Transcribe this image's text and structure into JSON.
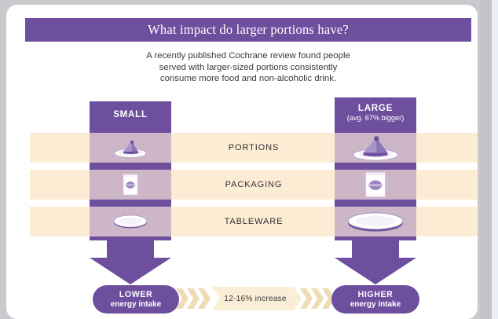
{
  "header": {
    "title": "What impact do larger portions have?"
  },
  "subtitle": {
    "line1": "A recently published Cochrane review found people",
    "line2": "served with larger-sized portions consistently",
    "line3": "consume more food and non-alcoholic drink."
  },
  "columns": {
    "small": {
      "label": "SMALL",
      "sub": ""
    },
    "large": {
      "label": "LARGE",
      "sub": "(avg. 67% bigger)"
    }
  },
  "rows": [
    {
      "label": "PORTIONS",
      "small_icon": "cake-slice-icon",
      "large_icon": "cake-slice-icon"
    },
    {
      "label": "PACKAGING",
      "small_icon": "snack-packet-icon",
      "large_icon": "snack-packet-icon"
    },
    {
      "label": "TABLEWARE",
      "small_icon": "plate-icon",
      "large_icon": "plate-icon"
    }
  ],
  "outcomes": {
    "left": {
      "main": "LOWER",
      "sub": "energy intake"
    },
    "right": {
      "main": "HIGHER",
      "sub": "energy intake"
    }
  },
  "banner": {
    "text": "12-16% increase"
  },
  "colors": {
    "purple": "#6e4f9e",
    "cream": "#fdecd4",
    "mauve": "#cdb6c7",
    "gold": "#f0dcb4",
    "page_background": "#c9c9cd",
    "card": "#ffffff",
    "text_dark": "#3a3a3a"
  }
}
